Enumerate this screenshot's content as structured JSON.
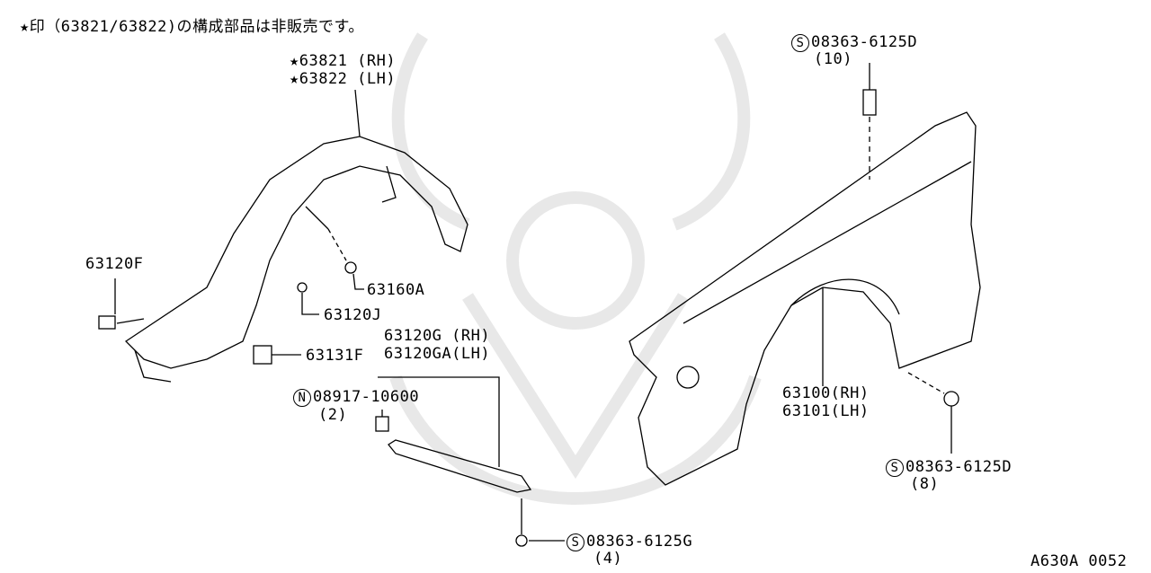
{
  "note": "★印（63821/63822)の構成部品は非販売です。",
  "diagram_id": "A630A 0052",
  "colors": {
    "line": "#000000",
    "watermark": "#e8e8e8"
  },
  "labels": {
    "liner_rh": "★63821 (RH)",
    "liner_lh": "★63822 (LH)",
    "p63120F": "63120F",
    "p63160A": "63160A",
    "p63120J": "63120J",
    "p63131F": "63131F",
    "bracket_rh": "63120G (RH)",
    "bracket_lh": "63120GA(LH)",
    "nut_symbol": "N",
    "nut_part": "08917-10600",
    "nut_qty": "(2)",
    "screw_symbol": "S",
    "screw_g_part": "08363-6125G",
    "screw_g_qty": "(4)",
    "screw_top_part": "08363-6125D",
    "screw_top_qty": "(10)",
    "fender_rh": "63100(RH)",
    "fender_lh": "63101(LH)",
    "screw_right_part": "08363-6125D",
    "screw_right_qty": "(8)"
  }
}
